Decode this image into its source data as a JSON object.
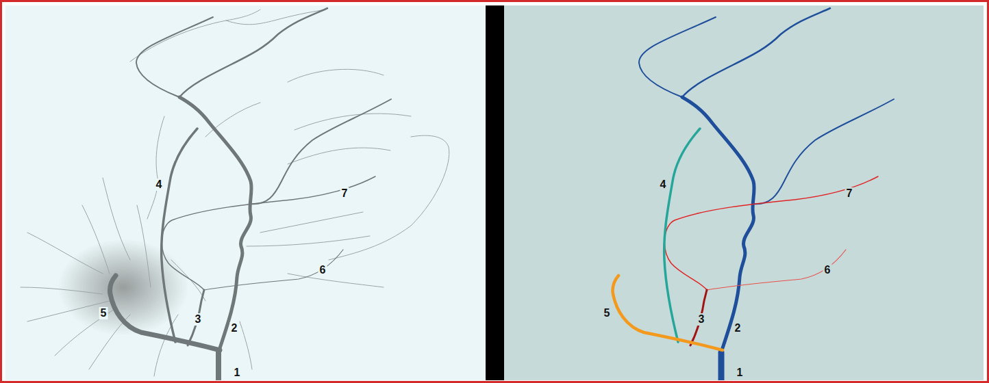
{
  "diagram": {
    "labels": [
      "4",
      "7",
      "6",
      "5",
      "3",
      "2",
      "1",
      "4",
      "7",
      "6",
      "5",
      "3",
      "2",
      "1"
    ]
  }
}
